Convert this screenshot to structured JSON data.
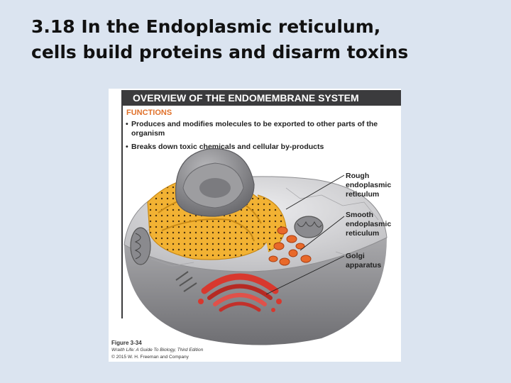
{
  "slide": {
    "title_line1": "3.18 In the Endoplasmic reticulum,",
    "title_line2": "cells build proteins and disarm toxins"
  },
  "figure": {
    "header": "OVERVIEW OF THE ENDOMEMBRANE SYSTEM",
    "functions_title": "FUNCTIONS",
    "functions": [
      "Produces and modifies molecules to be exported to other parts of the organism",
      "Breaks down toxic chemicals and cellular by-products"
    ],
    "labels": {
      "rough_er": "Rough\nendoplasmic\nreticulum",
      "smooth_er": "Smooth\nendoplasmic\nreticulum",
      "golgi": "Golgi\napparatus"
    },
    "caption": {
      "figure_number": "Figure 3-34",
      "source": "Wraith Life: A Guide To Biology, Third Edition",
      "copyright": "© 2015 W. H. Freeman and Company"
    },
    "colors": {
      "header_bg": "#3b3b3d",
      "functions_title": "#e0712b",
      "rough_er": "#f2b233",
      "smooth_er": "#e8692a",
      "golgi": "#d8382e",
      "nucleus": "#8e8e91",
      "cytoplasm": "#d9d9db"
    }
  }
}
